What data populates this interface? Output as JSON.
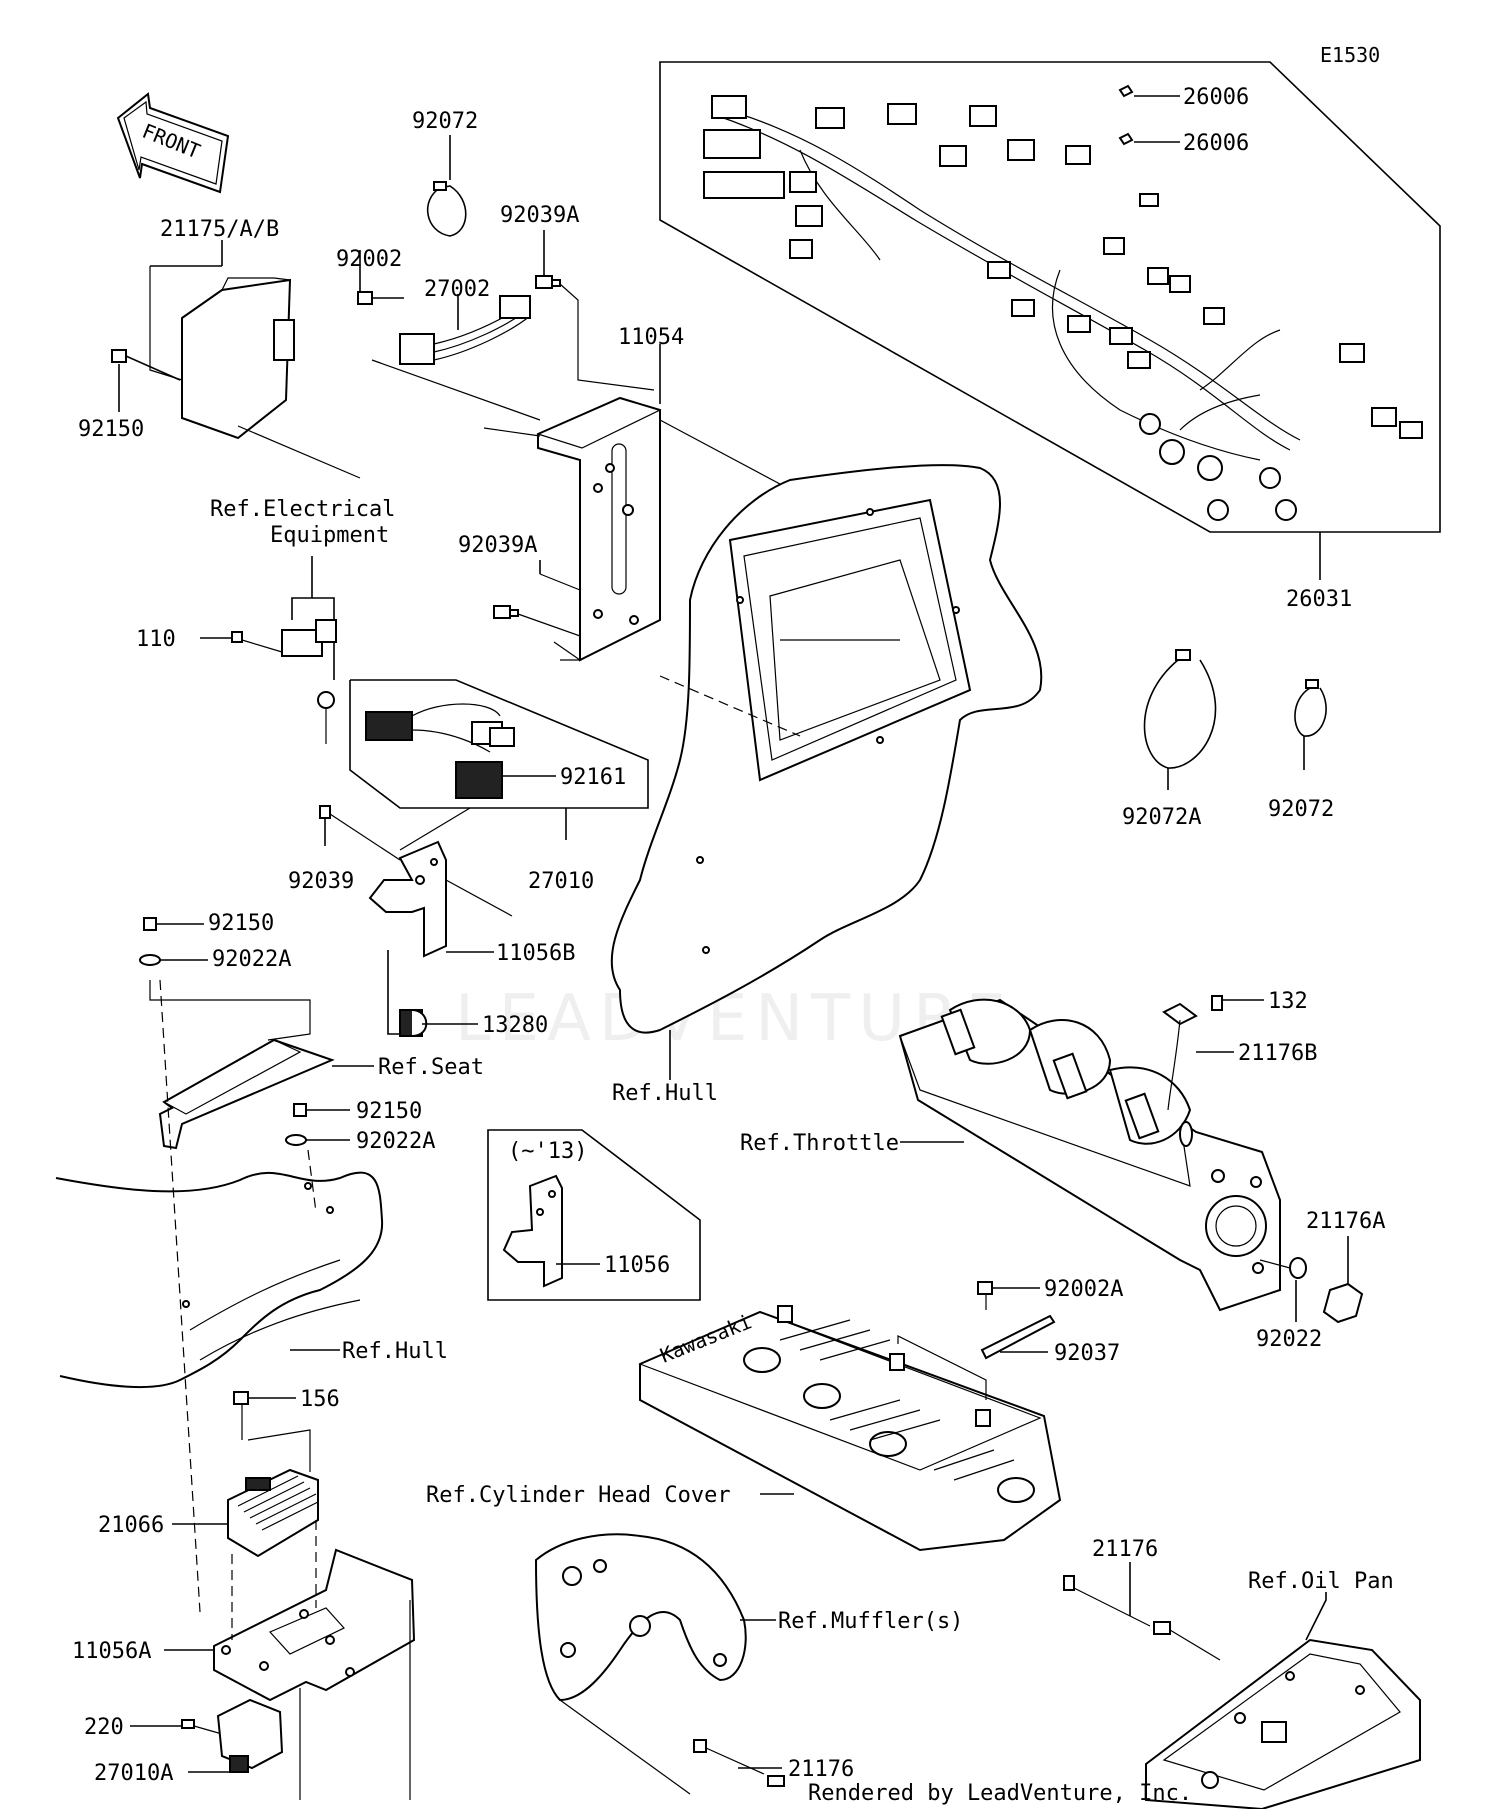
{
  "diagram_code": "E1530",
  "front_arrow": {
    "text": "FRONT",
    "icon": "front-arrow-icon"
  },
  "labels": {
    "p26006_a": "26006",
    "p26006_b": "26006",
    "p26031": "26031",
    "p92072_top": "92072",
    "p92039A_top": "92039A",
    "p92002": "92002",
    "p27002": "27002",
    "p11054": "11054",
    "p21175": "21175/A/B",
    "p92150_top": "92150",
    "ref_electrical_1": "Ref.Electrical",
    "ref_electrical_2": "Equipment",
    "p92039A_mid": "92039A",
    "p110": "110",
    "p92161": "92161",
    "p27010": "27010",
    "p92039": "92039",
    "p11056B": "11056B",
    "p13280": "13280",
    "p92150_a": "92150",
    "p92022A_a": "92022A",
    "ref_seat": "Ref.Seat",
    "p92150_b": "92150",
    "p92022A_b": "92022A",
    "ref_hull_center": "Ref.Hull",
    "ref_hull_left": "Ref.Hull",
    "p92072A": "92072A",
    "p92072_right": "92072",
    "p132": "132",
    "p21176B": "21176B",
    "ref_throttle": "Ref.Throttle",
    "p21176A": "21176A",
    "p92022": "92022",
    "inset_note": "(~'13)",
    "p11056": "11056",
    "p92002A": "92002A",
    "p92037": "92037",
    "p156": "156",
    "p21066": "21066",
    "ref_cyl_head": "Ref.Cylinder Head Cover",
    "p11056A": "11056A",
    "ref_muffler": "Ref.Muffler(s)",
    "p21176_right": "21176",
    "ref_oil_pan": "Ref.Oil Pan",
    "p220": "220",
    "p27010A": "27010A",
    "p21176_bottom": "21176"
  },
  "credit": "Rendered by LeadVenture, Inc.",
  "watermark": "LEADVENTURE",
  "cover_brand": "Kawasaki"
}
